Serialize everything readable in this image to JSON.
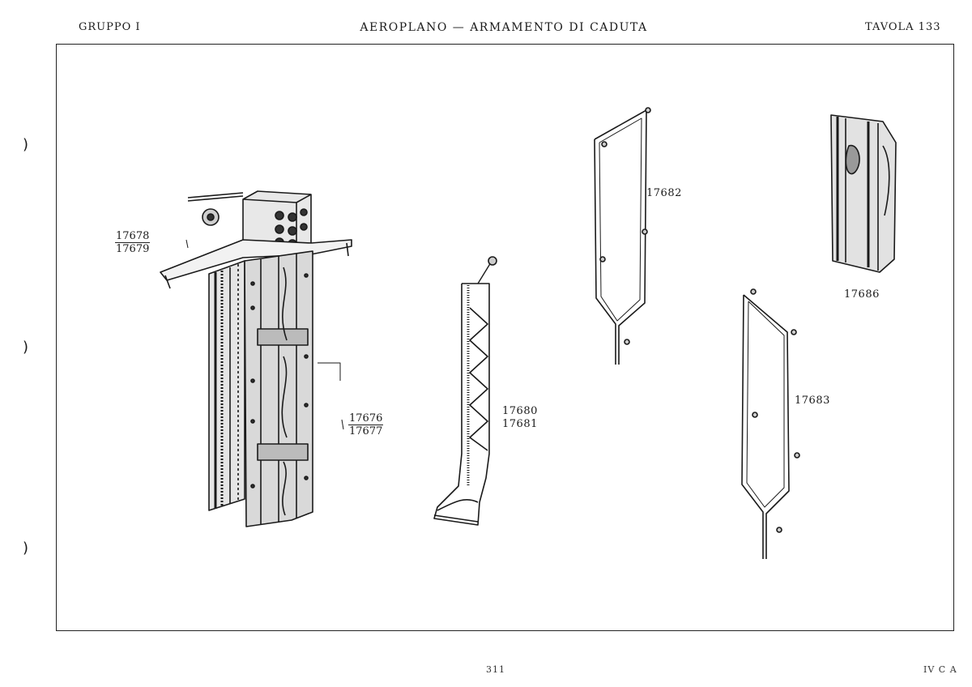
{
  "header": {
    "group": "GRUPPO I",
    "title": "AEROPLANO — ARMAMENTO DI CADUTA",
    "plate": "TAVOLA 133"
  },
  "parts": {
    "p17678": "17678",
    "p17679": "17679",
    "p17676": "17676",
    "p17677": "17677",
    "p17680": "17680",
    "p17681": "17681",
    "p17682": "17682",
    "p17683": "17683",
    "p17686": "17686"
  },
  "margin_marks": [
    ")",
    ")",
    ")"
  ],
  "footer": {
    "page": "311",
    "code": "IV C A"
  }
}
